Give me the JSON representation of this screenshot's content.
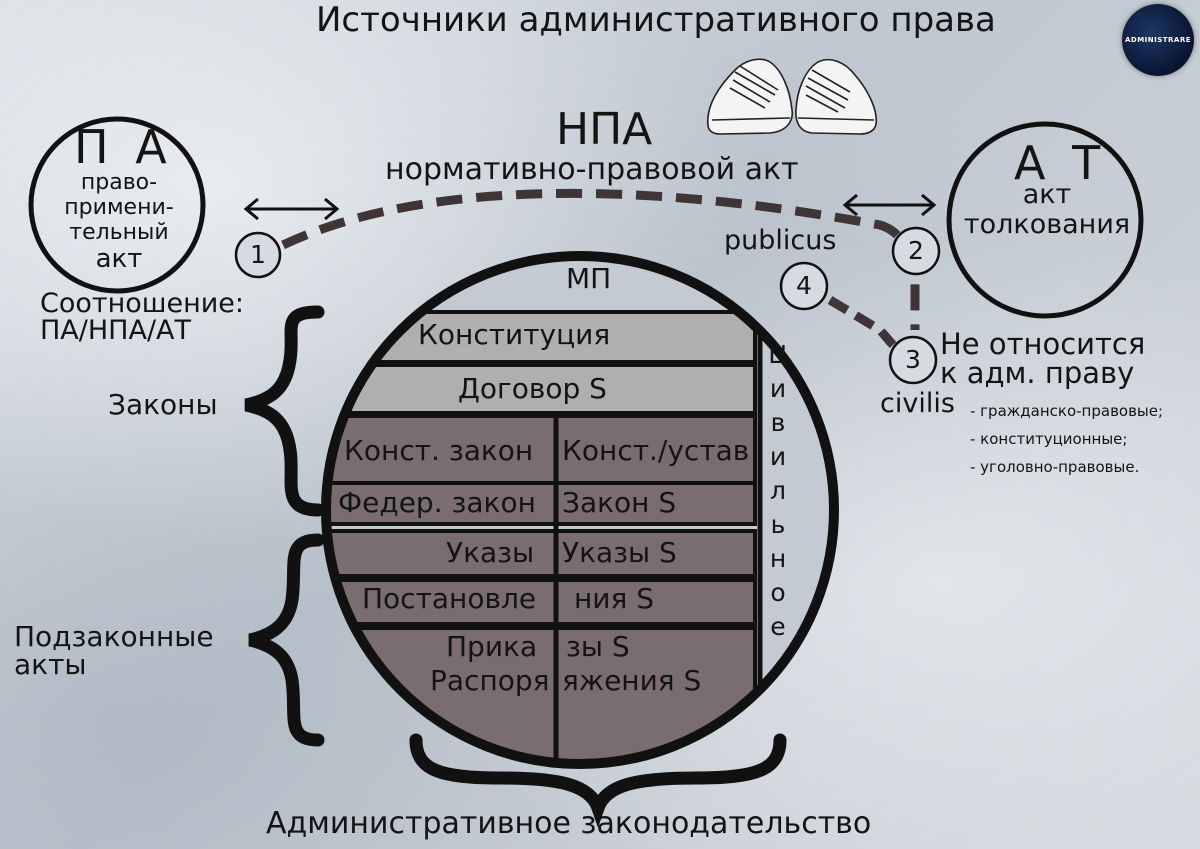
{
  "title": "Источники административного права",
  "logo_text": "ADMINISTRARE",
  "npa": {
    "abbr": "НПА",
    "full": "нормативно-правовой акт"
  },
  "pa": {
    "abbr": "П А",
    "desc_lines": [
      "право-",
      "примени-",
      "тельный",
      "акт"
    ]
  },
  "at": {
    "abbr": "А Т",
    "desc_lines": [
      "акт",
      "толкования"
    ]
  },
  "markers": [
    "1",
    "2",
    "3",
    "4"
  ],
  "relation_label": [
    "Соотношение:",
    "ПА/НПА/АТ"
  ],
  "laws_label": "Законы",
  "bylaws_label": [
    "Подзаконные",
    "акты"
  ],
  "publicus": "publicus",
  "civilis": "civilis",
  "not_related": {
    "title_lines": [
      "Не относится",
      "к адм. праву"
    ],
    "items": [
      "- гражданско-правовые;",
      "- конституционные;",
      "- уголовно-правовые."
    ]
  },
  "mp_label": "МП",
  "civil_vertical": "Цивильное",
  "table": {
    "constitution": "Конституция",
    "treaty": "Договор S",
    "const_law": "Конст. закон",
    "const_charter": "Конст./устав",
    "fed_law": "Федер. закон",
    "law_s": "Закон S",
    "decrees": "Указы",
    "decrees_s": "Указы S",
    "resolutions_left": "Постановле",
    "resolutions_right": "ния S",
    "orders_left": "Прика",
    "orders_right": "зы S",
    "directives_left": "Распоря",
    "directives_right": "яжения S"
  },
  "admin_legislation": "Административное законодательство",
  "colors": {
    "light_row": "#b1aeaf",
    "dark_row": "#7a6d70",
    "outline": "#111111",
    "dash": "#3f3536"
  }
}
